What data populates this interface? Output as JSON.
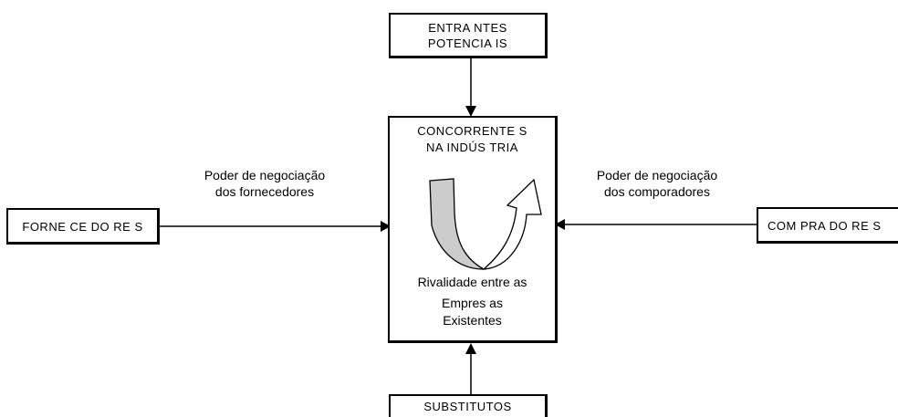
{
  "top_box": {
    "line1": "ENTRA NTES",
    "line2": "POTENCIA IS"
  },
  "center_box": {
    "title_line1": "CONCORRENTE S",
    "title_line2": "NA INDÚS TRIA",
    "caption_line1": "Rivalidade entre as",
    "caption_line2": "Empres as",
    "caption_line3": "Existentes"
  },
  "left_box": {
    "label": "FORNE CE DO RE S"
  },
  "right_box": {
    "label": "COM PRA DO RE S"
  },
  "bottom_box": {
    "label": "SUBSTITUTOS"
  },
  "left_arrow_label": {
    "line1": "Poder de negociação",
    "line2": "dos fornecedores"
  },
  "right_arrow_label": {
    "line1": "Poder de negociação",
    "line2": "dos comporadores"
  },
  "colors": {
    "stroke": "#000000",
    "fill_gray": "#cccccc",
    "fill_white": "#ffffff"
  }
}
